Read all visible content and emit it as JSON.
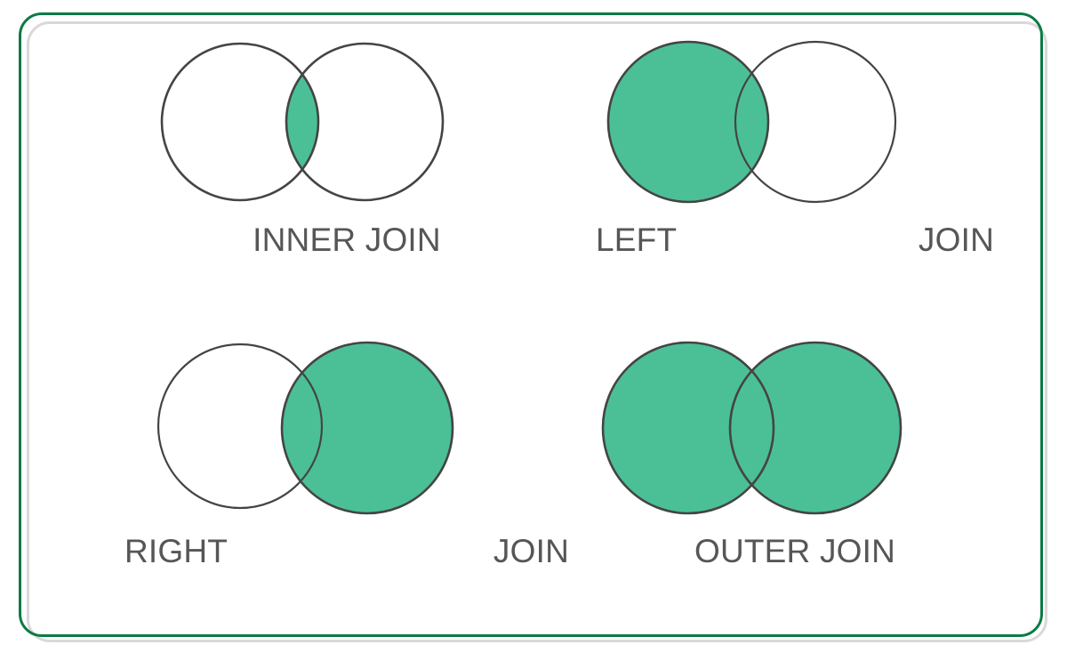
{
  "page": {
    "title": "SQL JOIN Types Venn Diagram",
    "background_color": "#ffffff",
    "frame_border_color": "#0d7a45",
    "frame_inner_border_color": "#d9d9d9"
  },
  "style": {
    "fill_color": "#4bc096",
    "stroke_color": "#444444",
    "label_color": "#565656"
  },
  "diagrams": [
    {
      "id": "inner-join",
      "position": "top-left",
      "label_mode": "center",
      "label_full": "INNER JOIN",
      "label_left": "INNER JOIN",
      "label_right": "",
      "shaded": "intersection",
      "left_circle_filled": false,
      "right_circle_filled": false,
      "intersection_filled": true
    },
    {
      "id": "left-join",
      "position": "top-right",
      "label_mode": "split",
      "label_full": "LEFT JOIN",
      "label_left": "LEFT",
      "label_right": "JOIN",
      "shaded": "left-circle-and-intersection",
      "left_circle_filled": true,
      "right_circle_filled": false,
      "intersection_filled": true
    },
    {
      "id": "right-join",
      "position": "bottom-left",
      "label_mode": "split",
      "label_full": "RIGHT JOIN",
      "label_left": "RIGHT",
      "label_right": "JOIN",
      "shaded": "right-circle-and-intersection",
      "left_circle_filled": false,
      "right_circle_filled": true,
      "intersection_filled": true
    },
    {
      "id": "outer-join",
      "position": "bottom-right",
      "label_mode": "center",
      "label_full": "OUTER JOIN",
      "label_left": "OUTER JOIN",
      "label_right": "",
      "shaded": "both-circles",
      "left_circle_filled": true,
      "right_circle_filled": true,
      "intersection_filled": true
    }
  ]
}
